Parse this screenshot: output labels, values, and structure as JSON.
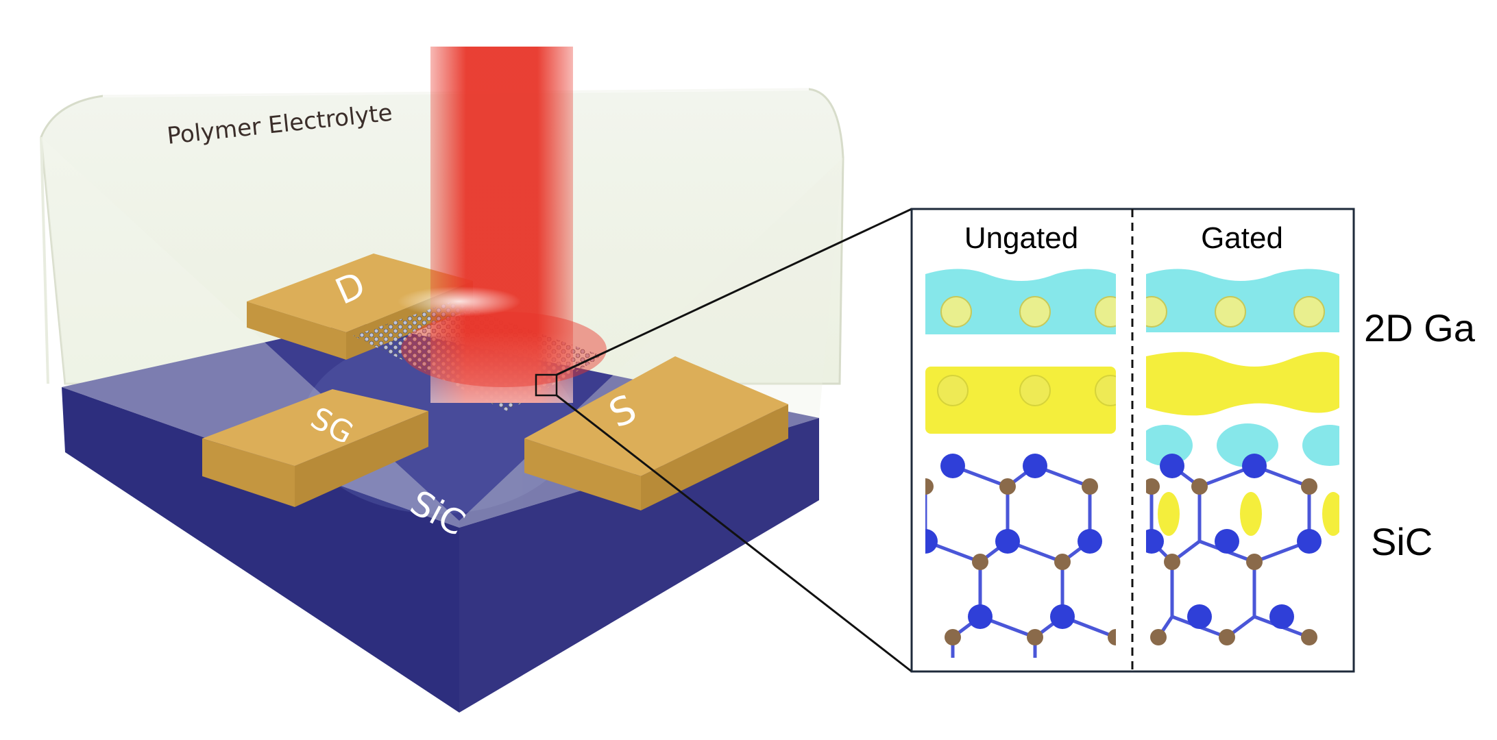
{
  "device": {
    "electrolyte_label": "Polymer Electrolyte",
    "drain_label": "D",
    "source_label": "S",
    "side_gate_label": "SG",
    "substrate_label": "SiC"
  },
  "inset": {
    "left_column_label": "Ungated",
    "right_column_label": "Gated",
    "top_layer_label": "2D Ga",
    "bottom_layer_label": "SiC"
  },
  "colors": {
    "substrate": "#2f2f85",
    "electrode": "#d8ab56",
    "laser": "#e8362a",
    "electrolyte": "#eef2e6",
    "charge_cyan": "#7fe6e8",
    "charge_yellow": "#f4ee3c",
    "si_atom": "#2f3fd8",
    "c_atom": "#8a6a4a"
  }
}
